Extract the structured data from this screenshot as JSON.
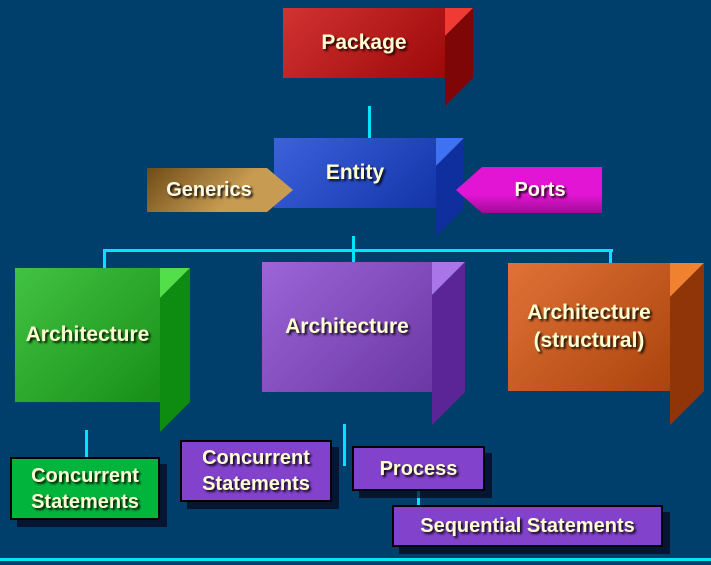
{
  "diagram": {
    "package": "Package",
    "entity": "Entity",
    "generics": "Generics",
    "ports": "Ports",
    "architecture_left": "Architecture",
    "architecture_middle": "Architecture",
    "architecture_right_line1": "Architecture",
    "architecture_right_line2": "(structural)",
    "concurrent_left_line1": "Concurrent",
    "concurrent_left_line2": "Statements",
    "concurrent_middle_line1": "Concurrent",
    "concurrent_middle_line2": "Statements",
    "process": "Process",
    "sequential": "Sequential Statements"
  },
  "colors": {
    "background": "#003f6b",
    "line": "#00e4ff",
    "text": "#ffffd2",
    "package_top": "#ef3b34",
    "package_front": "#c90b0b",
    "package_side": "#7e0606",
    "entity_top": "#3f72f2",
    "entity_front": "#1743d6",
    "entity_side": "#0f2f9e",
    "arch_green_top": "#52df4a",
    "arch_green_front": "#1eb71e",
    "arch_green_side": "#0e8c12",
    "arch_purple_top": "#a975e9",
    "arch_purple_front": "#8947d1",
    "arch_purple_side": "#5b2597",
    "arch_orange_top": "#f0812f",
    "arch_orange_front": "#da5710",
    "arch_orange_side": "#903507",
    "generics_fill": "#c79b51",
    "generics_dark": "#6e4c17",
    "ports_fill": "#e315d4",
    "ports_dark": "#a00b96",
    "tag_green": "#00b43c",
    "tag_purple": "#8242cc"
  }
}
